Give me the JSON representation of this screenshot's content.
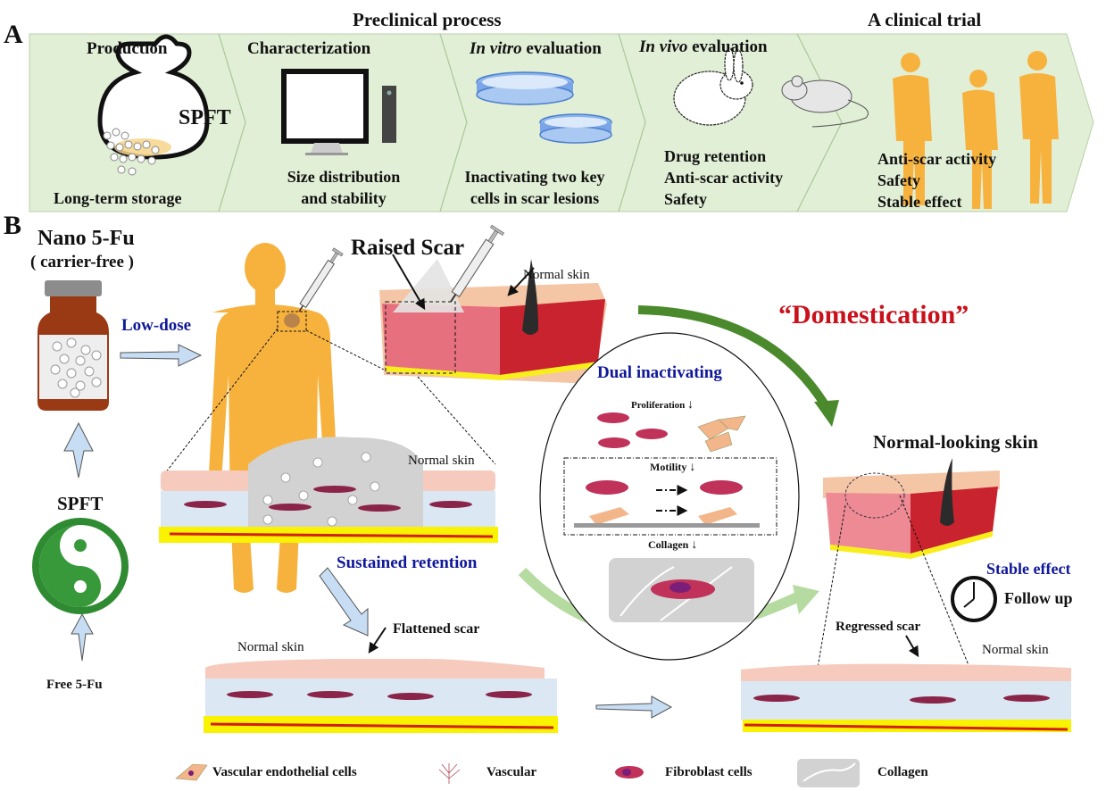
{
  "panel_a": {
    "letter": "A",
    "headers": {
      "preclinical": "Preclinical process",
      "clinical": "A clinical trial"
    },
    "stages": [
      {
        "title": "Production",
        "title_italic": "",
        "label": "SPFT",
        "lines": [
          "Long-term storage"
        ]
      },
      {
        "title": "Characterization",
        "title_italic": "",
        "lines": [
          "Size distribution",
          "and stability"
        ]
      },
      {
        "title": " evaluation",
        "title_italic": "In vitro",
        "lines": [
          "Inactivating two key",
          "cells in scar lesions"
        ]
      },
      {
        "title": " evaluation",
        "title_italic": "In vivo",
        "lines": [
          "Drug retention",
          "Anti-scar activity",
          "Safety"
        ]
      },
      {
        "title": "",
        "title_italic": "",
        "lines": [
          "Anti-scar activity",
          "Safety",
          "Stable effect"
        ]
      }
    ],
    "colors": {
      "chevron_fill": "#e1efd6",
      "chevron_stroke": "#9cc08a",
      "figure": "#f7b23e"
    }
  },
  "panel_b": {
    "letter": "B",
    "drug": {
      "title": "Nano 5-Fu",
      "subtitle": "( carrier-free )"
    },
    "low_dose": "Low-dose",
    "spft": "SPFT",
    "free": "Free 5-Fu",
    "raised_scar": "Raised Scar",
    "normal_skin": "Normal skin",
    "sustained_retention": "Sustained retention",
    "flattened_scar": "Flattened scar",
    "domestication": "“Domestication”",
    "dual": {
      "title": "Dual inactivating",
      "proliferation": "Proliferation",
      "motility": "Motility",
      "collagen": "Collagen",
      "arrow_glyph": "↓"
    },
    "normal_looking_skin": "Normal-looking skin",
    "stable_effect": "Stable effect",
    "follow_up": "Follow up",
    "regressed_scar": "Regressed scar",
    "colors": {
      "blue_text": "#10189a",
      "red_text": "#c9111b",
      "body": "#f7b23e",
      "dark_green_arrow": "#4a8a2c",
      "light_green_arrow": "#b6dba0",
      "fat_layer": "#f9f200",
      "vessel": "#d21f10",
      "dermis": "#dbe7f3",
      "epidermis": "#f6cbbd",
      "scar_gray": "#d2d2d2",
      "fibroblast": "#c0325a",
      "endothelial": "#f2b68a",
      "pale_arrow": "#bcdcf4"
    }
  },
  "legend": [
    {
      "icon": "vascular-endothelial-cell-icon",
      "label": "Vascular endothelial cells"
    },
    {
      "icon": "vascular-icon",
      "label": "Vascular"
    },
    {
      "icon": "fibroblast-cell-icon",
      "label": "Fibroblast cells"
    },
    {
      "icon": "collagen-icon",
      "label": "Collagen"
    }
  ]
}
